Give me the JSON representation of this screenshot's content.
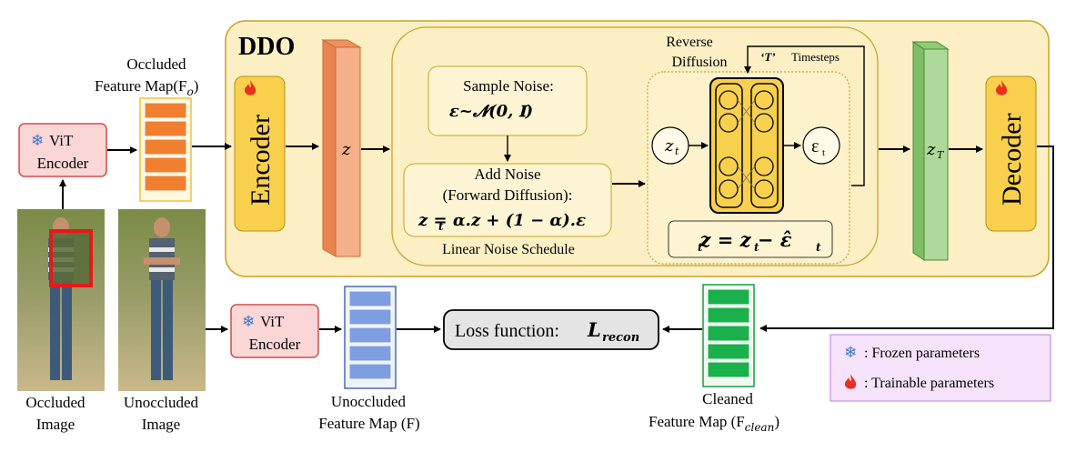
{
  "ddo": {
    "title": "DDO",
    "encoder": "Encoder",
    "decoder": "Decoder",
    "z": "z",
    "z_T": "z",
    "z_T_sub": "T",
    "sample_noise": {
      "title": "Sample Noise:",
      "formula": "ε~𝓝(0, 𝐈)"
    },
    "add_noise": {
      "line1": "Add Noise",
      "line2": "(Forward Diffusion):",
      "formula": "z = α.z + (1 − α).ε",
      "formula_sub": "t"
    },
    "linear_noise_schedule": "Linear Noise Schedule",
    "reverse_diffusion": {
      "line1": "Reverse",
      "line2": "Diffusion",
      "T_label": "‘T’",
      "timesteps": "Timesteps",
      "z_t": "z",
      "z_t_sub": "t",
      "eps_t": "ε",
      "eps_t_sub": "t",
      "update_formula": "z = z − ε̂",
      "update_sub": "t"
    }
  },
  "left": {
    "occluded_feature_map": {
      "line1": "Occluded",
      "line2": "Feature Map(F",
      "sub": "o",
      "close": ")"
    },
    "vit_encoder_top": {
      "line1": "ViT",
      "line2": "Encoder"
    },
    "occluded_image": {
      "line1": "Occluded",
      "line2": "Image"
    },
    "unoccluded_image": {
      "line1": "Unoccluded",
      "line2": "Image"
    }
  },
  "bottom": {
    "vit_encoder": {
      "line1": "ViT",
      "line2": "Encoder"
    },
    "unoccluded_feature_map": {
      "line1": "Unoccluded",
      "line2": "Feature Map (F)"
    },
    "loss": {
      "label": "Loss function:",
      "symbol": "L",
      "sub": "recon"
    },
    "cleaned_feature_map": {
      "line1": "Cleaned",
      "line2": "Feature Map (F",
      "sub": "clean",
      "close": ")"
    }
  },
  "legend": {
    "frozen": ":  Frozen parameters",
    "trainable": ":  Trainable parameters"
  },
  "colors": {
    "ddo_fill": "#fcefc4",
    "ddo_stroke": "#c9a227",
    "encoder_fill": "#f9d04e",
    "orange_map": "#f08030",
    "blue_map": "#7f9ee0",
    "green_map": "#1ab04c",
    "vit_fill": "#fbd6d6",
    "vit_stroke": "#d84a4a",
    "legend_fill": "#f6e2fb",
    "legend_stroke": "#c890e0"
  }
}
